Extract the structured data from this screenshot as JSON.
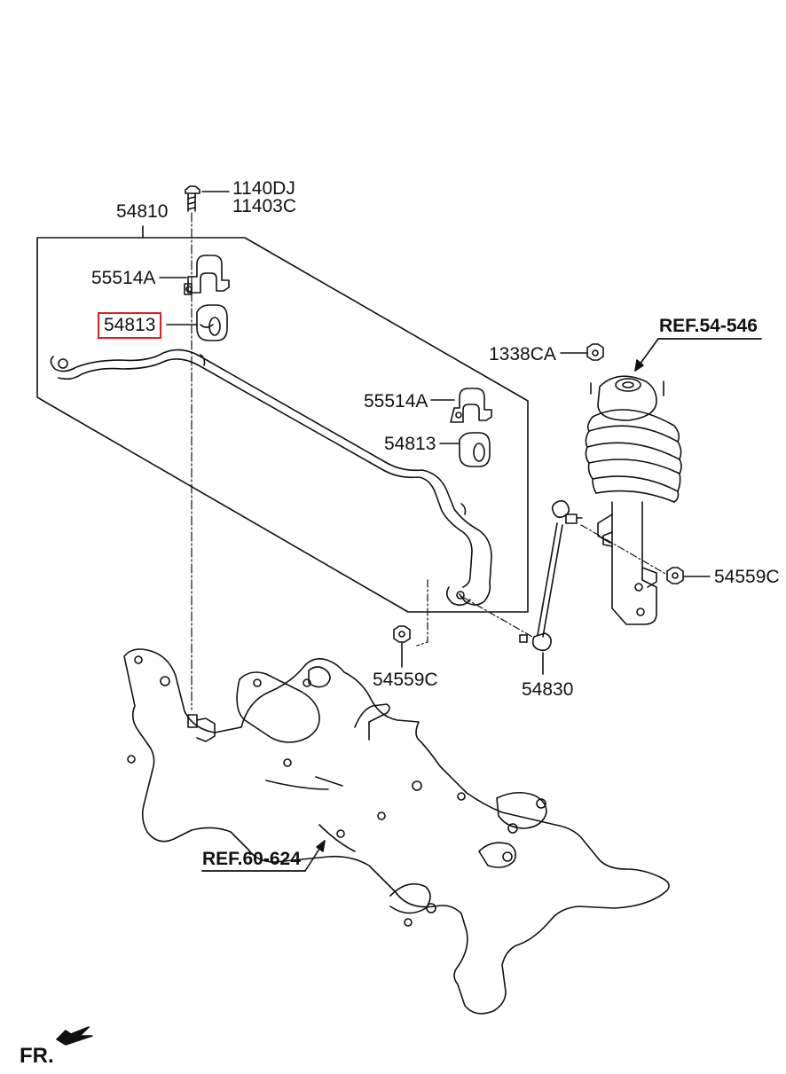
{
  "labels": {
    "stabilizer_assy": "54810",
    "bolt_a": "1140DJ",
    "bolt_b": "11403C",
    "bracket_left": "55514A",
    "bushing_left": "54813",
    "bracket_right": "55514A",
    "bushing_right": "54813",
    "nut_strut": "1338CA",
    "ref_strut": "REF.54-546",
    "nut_right": "54559C",
    "nut_lower": "54559C",
    "link": "54830",
    "ref_subframe": "REF.60-624",
    "front": "FR."
  },
  "highlight": {
    "part": "54813",
    "color": "#e0201e"
  }
}
